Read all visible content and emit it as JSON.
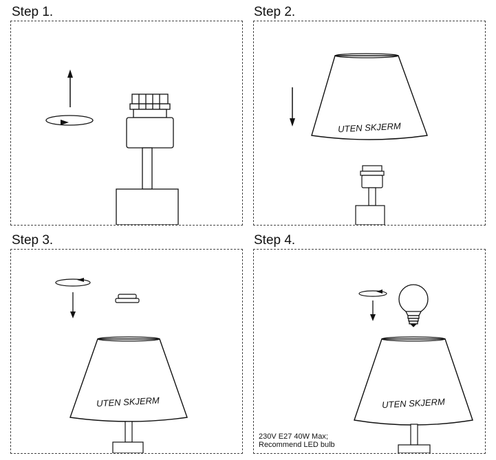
{
  "steps": [
    {
      "title": "Step 1."
    },
    {
      "title": "Step 2."
    },
    {
      "title": "Step 3."
    },
    {
      "title": "Step 4."
    }
  ],
  "shade_label": "UTEN SKJERM",
  "note": {
    "line1": "230V E27 40W Max;",
    "line2": "Recommend LED bulb"
  }
}
